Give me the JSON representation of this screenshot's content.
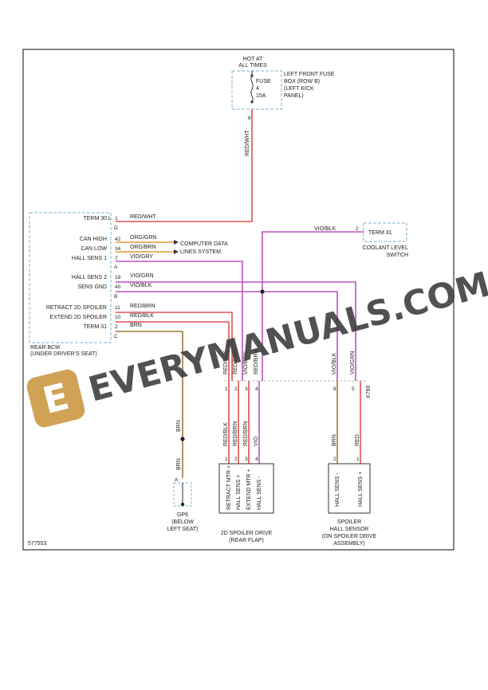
{
  "figure_id": "577553",
  "watermark": {
    "text": "EVERYMANUALS.COM",
    "logo_letter": "E"
  },
  "fuse_box": {
    "hot_line1": "HOT AT",
    "hot_line2": "ALL TIMES",
    "fuse_label": "FUSE",
    "fuse_number": "4",
    "fuse_amps": "15A",
    "desc": [
      "LEFT FRONT FUSE",
      "BOX (ROW B)",
      "(LEFT KICK",
      "PANEL)"
    ],
    "pin": "8",
    "wire": "RED/WHT"
  },
  "bcm": {
    "name1": "REAR BCM",
    "name2": "(UNDER DRIVER'S SEAT)",
    "pins": [
      {
        "label": "TERM 30",
        "conn": "1",
        "pin": "1",
        "wire": "RED/WHT"
      },
      {
        "label": "",
        "conn": "D",
        "pin": "",
        "wire": ""
      },
      {
        "label": "CAN HIGH",
        "conn": "",
        "pin": "42",
        "wire": "ORG/GRN"
      },
      {
        "label": "CAN LOW",
        "conn": "",
        "pin": "34",
        "wire": "ORG/BRN"
      },
      {
        "label": "HALL SENS 1",
        "conn": "",
        "pin": "7",
        "wire": "VIO/GRY"
      },
      {
        "label": "",
        "conn": "A",
        "pin": "",
        "wire": ""
      },
      {
        "label": "HALL SENS 2",
        "conn": "",
        "pin": "18",
        "wire": "VIO/GRN"
      },
      {
        "label": "SENS GND",
        "conn": "",
        "pin": "40",
        "wire": "VIO/BLK"
      },
      {
        "label": "",
        "conn": "B",
        "pin": "",
        "wire": ""
      },
      {
        "label": "RETRACT 2D SPOILER",
        "conn": "",
        "pin": "11",
        "wire": "RED/BRN"
      },
      {
        "label": "EXTEND 2D SPOILER",
        "conn": "",
        "pin": "10",
        "wire": "RED/BLK"
      },
      {
        "label": "TERM 31",
        "conn": "",
        "pin": "2",
        "wire": "BRN"
      },
      {
        "label": "",
        "conn": "C",
        "pin": "",
        "wire": ""
      }
    ]
  },
  "computer_data": [
    "COMPUTER DATA",
    "LINES SYSTEM"
  ],
  "coolant": {
    "label": "TERM 31",
    "pin": "2",
    "wire": "VIO/BLK",
    "name1": "COOLANT LEVEL",
    "name2": "SWITCH"
  },
  "connector_upper": {
    "pins": [
      "1",
      "2",
      "3",
      "4",
      "8",
      "5"
    ],
    "wires": [
      "RED/BLK",
      "RED/BRN",
      "VIO/BRN",
      "RED/BRN",
      "VIO/BLK",
      "VIO/GRN"
    ],
    "ref": "X790"
  },
  "ground": {
    "wire": "BRN",
    "pin": "A",
    "name": "GP6",
    "loc1": "(BELOW",
    "loc2": "LEFT SEAT)"
  },
  "spoiler_drive": {
    "pins": [
      "1",
      "2",
      "3",
      "4"
    ],
    "wires": [
      "RED/BLK",
      "RED/BRN",
      "RED/BRN",
      "VIO"
    ],
    "terms": [
      "RETRACT MTR +",
      "HALL SENS +",
      "EXTEND MTR +",
      "HALL SENS -"
    ],
    "name1": "2D SPOILER DRIVE",
    "name2": "(REAR FLAP)"
  },
  "hall_sensor": {
    "pins": [
      "2",
      "1"
    ],
    "wires": [
      "BRN",
      "RED"
    ],
    "terms": [
      "HALL SENS -",
      "HALL SENS +"
    ],
    "name1": "SPOILER",
    "name2": "HALL SENSOR",
    "name3": "(ON SPOILER DRIVE",
    "name4": "ASSEMBLY)"
  },
  "colors": {
    "red": "#e05050",
    "violet": "#c050c0",
    "orange": "#e09a30",
    "brown": "#9a7a3a",
    "border": "#333333",
    "dashed": "#7fb0cc"
  }
}
